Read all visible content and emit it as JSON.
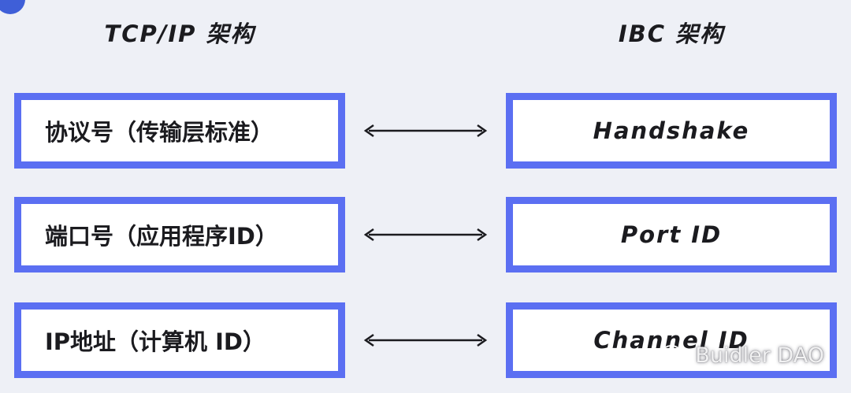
{
  "headings": {
    "left": "TCP/IP 架构",
    "right": "IBC 架构"
  },
  "rows": [
    {
      "left": "协议号（传输层标准）",
      "right": "Handshake"
    },
    {
      "left": "端口号（应用程序ID）",
      "right": "Port ID"
    },
    {
      "left": "IP地址（计算机 ID）",
      "right": "Channel ID"
    }
  ],
  "watermark": {
    "text": "Buidler DAO",
    "icon": "wechat-icon"
  },
  "colors": {
    "background": "#eef0f6",
    "box_border": "#5b6ff2",
    "box_fill": "#ffffff",
    "text": "#1b1b1f"
  }
}
